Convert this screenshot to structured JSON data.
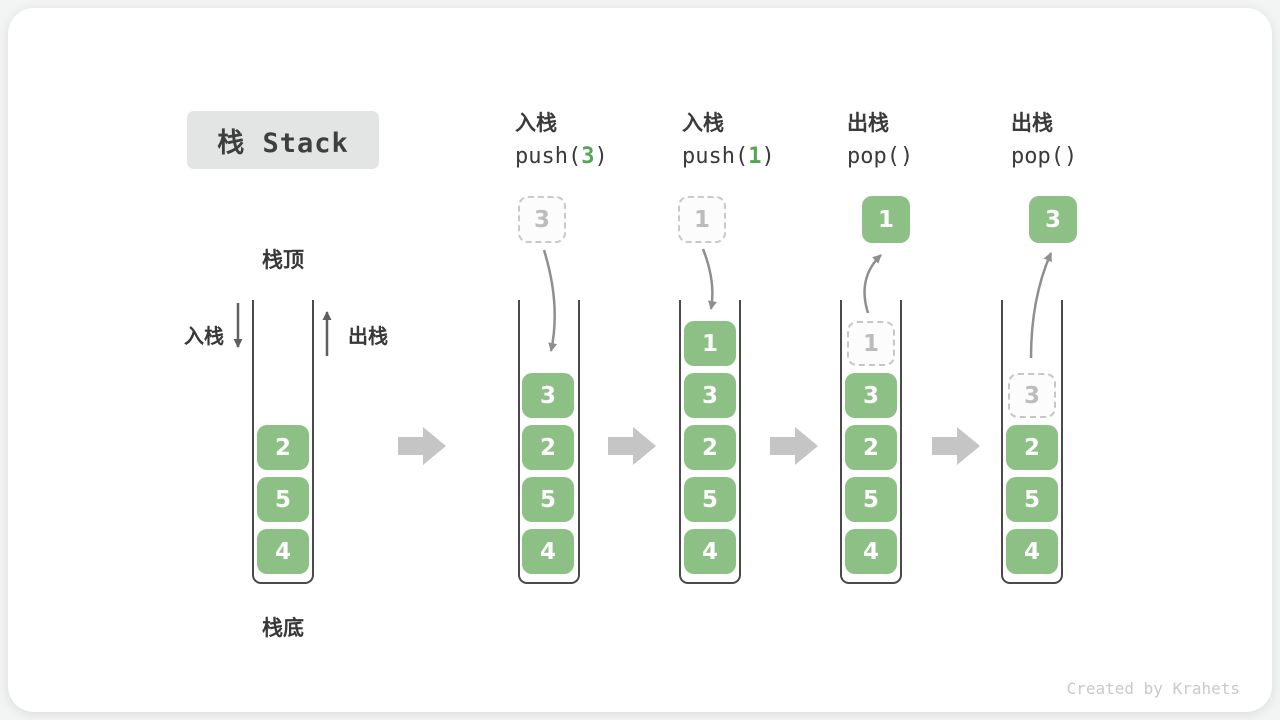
{
  "meta": {
    "watermark": "Created by Krahets"
  },
  "colors": {
    "cell_green": "#8cc084",
    "code_arg_green": "#55a555",
    "block_arrow_gray": "#c5c5c5",
    "curve_arrow_gray": "#8f8f8f",
    "wall_dark": "#4a4a4a",
    "title_bg": "#e3e4e4",
    "dashed_border": "#c6c6c6"
  },
  "title": {
    "label": "栈 Stack"
  },
  "stack_labels": {
    "top": "栈顶",
    "bottom": "栈底",
    "push": "入栈",
    "pop": "出栈"
  },
  "operations": [
    {
      "label": "入栈",
      "code_pre": "push(",
      "code_arg": "3",
      "code_post": ")"
    },
    {
      "label": "入栈",
      "code_pre": "push(",
      "code_arg": "1",
      "code_post": ")"
    },
    {
      "label": "出栈",
      "code_pre": "pop(",
      "code_arg": "",
      "code_post": ")"
    },
    {
      "label": "出栈",
      "code_pre": "pop(",
      "code_arg": "",
      "code_post": ")"
    }
  ],
  "stacks": [
    {
      "name": "initial",
      "cells": [
        {
          "value": "2"
        },
        {
          "value": "5"
        },
        {
          "value": "4"
        }
      ]
    },
    {
      "name": "after-push-3",
      "floating": {
        "value": "3",
        "style": "dashed"
      },
      "cells": [
        {
          "value": "3"
        },
        {
          "value": "2"
        },
        {
          "value": "5"
        },
        {
          "value": "4"
        }
      ]
    },
    {
      "name": "after-push-1",
      "floating": {
        "value": "1",
        "style": "dashed"
      },
      "cells": [
        {
          "value": "1"
        },
        {
          "value": "3"
        },
        {
          "value": "2"
        },
        {
          "value": "5"
        },
        {
          "value": "4"
        }
      ]
    },
    {
      "name": "after-pop-1",
      "floating": {
        "value": "1",
        "style": "solid"
      },
      "cells": [
        {
          "value": "1",
          "removed": true
        },
        {
          "value": "3"
        },
        {
          "value": "2"
        },
        {
          "value": "5"
        },
        {
          "value": "4"
        }
      ]
    },
    {
      "name": "after-pop-3",
      "floating": {
        "value": "3",
        "style": "solid"
      },
      "cells": [
        {
          "value": "3",
          "removed": true
        },
        {
          "value": "2"
        },
        {
          "value": "5"
        },
        {
          "value": "4"
        }
      ]
    }
  ]
}
